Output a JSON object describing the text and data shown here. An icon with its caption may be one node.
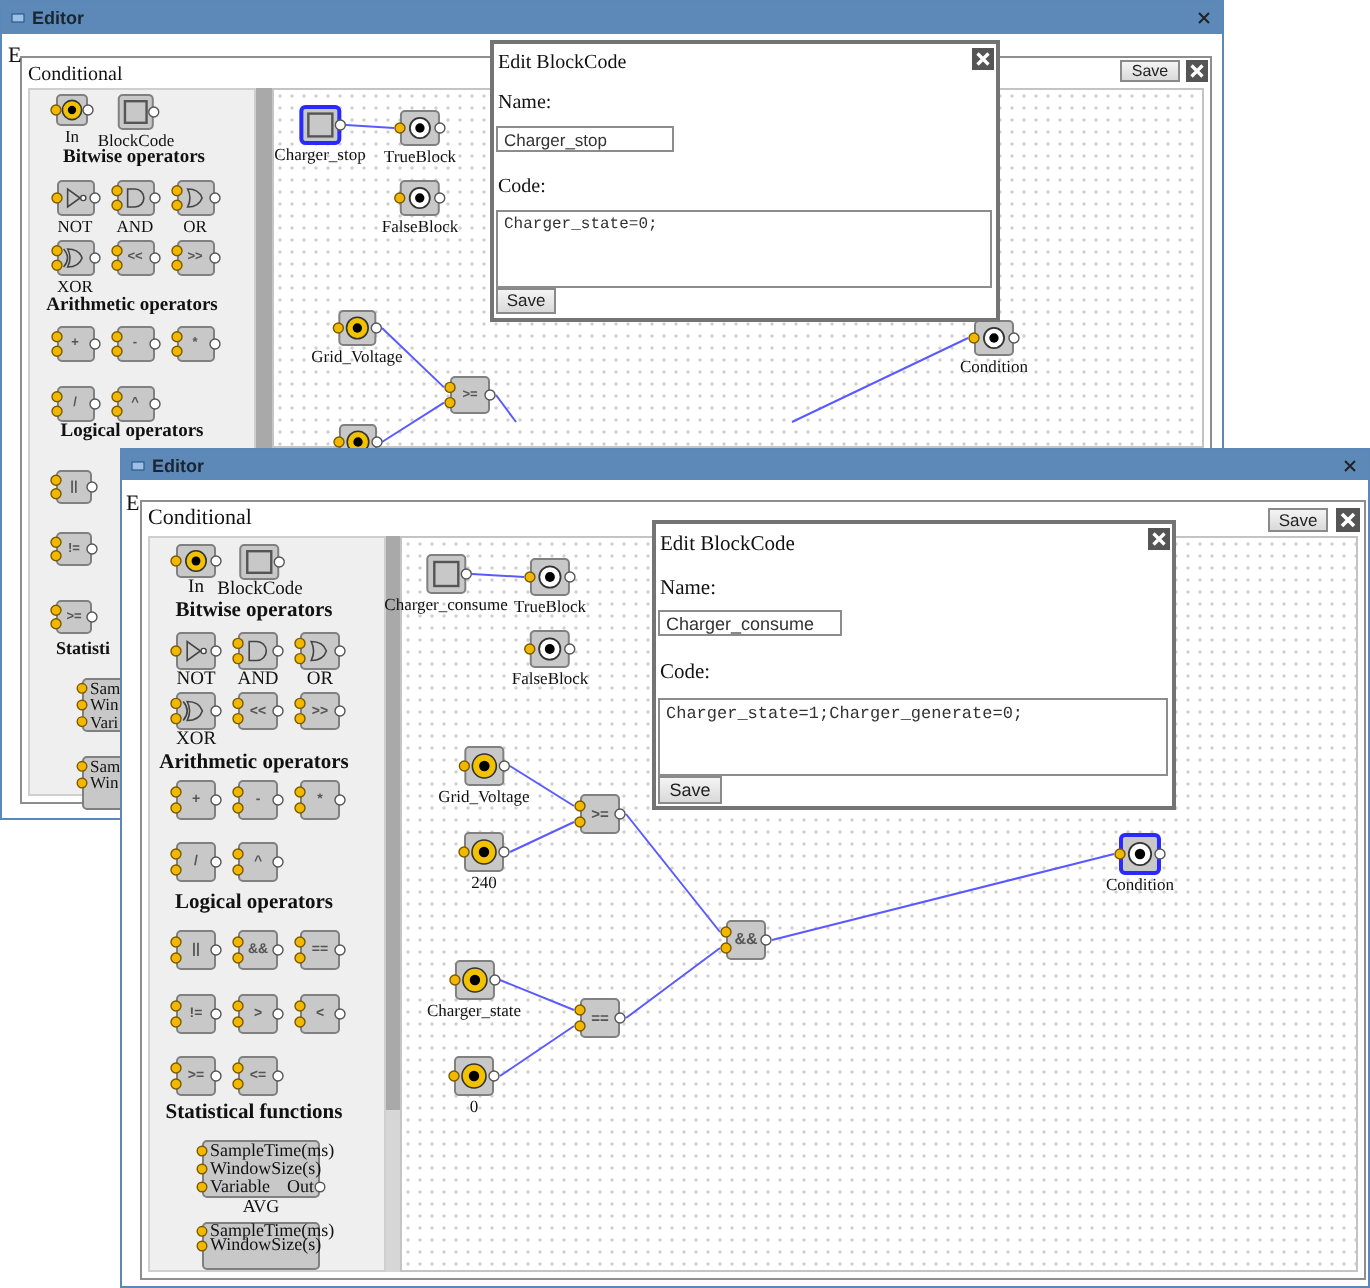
{
  "diagram": {
    "nodes": [
      {
        "text": [
          "Save"
        ]
      },
      {
        "text": [
          "In"
        ]
      },
      {
        "text": [
          "BlockCode"
        ]
      },
      {
        "text": [
          "NOT"
        ]
      },
      {
        "text": [
          "AND"
        ]
      },
      {
        "text": [
          "OR"
        ]
      },
      {
        "text": [
          "XOR"
        ]
      },
      {
        "text": [
          "<<"
        ]
      },
      {
        "text": [
          ">>"
        ]
      },
      {
        "text": [
          "+"
        ]
      },
      {
        "text": [
          "-"
        ]
      },
      {
        "text": [
          "*"
        ]
      },
      {
        "text": [
          "/"
        ]
      },
      {
        "text": [
          "^"
        ]
      },
      {
        "text": [
          "||"
        ]
      },
      {
        "text": [
          "!="
        ]
      },
      {
        "text": [
          ">="
        ]
      },
      {
        "text": [
          "Sam",
          "Win",
          "Vari"
        ]
      },
      {
        "text": [
          "Sam",
          "Win"
        ]
      },
      {
        "text": [
          "Charger_stop"
        ]
      },
      {
        "text": [
          "TrueBlock"
        ]
      },
      {
        "text": [
          "FalseBlock"
        ]
      },
      {
        "text": [
          "Grid_Voltage"
        ]
      },
      {
        "text": [
          ">="
        ]
      },
      {
        "text": [],
        "shape": "box"
      },
      {
        "text": [
          "Condition"
        ]
      },
      {
        "text": [
          "Edit BlockCode",
          "Name:",
          "Code:"
        ]
      },
      {
        "text": [
          "Charger_stop"
        ],
        "in": 26
      },
      {
        "text": [
          "Charger_state=0;"
        ],
        "in": 26
      },
      {
        "text": [
          "Save"
        ],
        "in": 26
      },
      {
        "text": [
          "Editor"
        ]
      },
      {
        "text": [
          "Conditional"
        ],
        "in": 30
      },
      {
        "text": [
          "Save"
        ],
        "in": 31
      },
      {
        "text": [
          "In"
        ],
        "in": 31
      },
      {
        "text": [
          "BlockCode"
        ],
        "in": 31
      },
      {
        "text": [
          "NOT"
        ],
        "in": 31
      },
      {
        "text": [
          "AND"
        ],
        "in": 31
      },
      {
        "text": [
          "OR"
        ],
        "in": 31
      },
      {
        "text": [
          "XOR"
        ],
        "in": 31
      },
      {
        "text": [
          "<<"
        ],
        "in": 31
      },
      {
        "text": [
          ">>"
        ],
        "in": 31
      },
      {
        "text": [
          "+"
        ],
        "in": 31
      },
      {
        "text": [
          "-"
        ],
        "in": 31
      },
      {
        "text": [
          "*"
        ],
        "in": 31
      },
      {
        "text": [
          "/"
        ],
        "in": 31
      },
      {
        "text": [
          "^"
        ],
        "in": 31
      },
      {
        "text": [
          "||"
        ],
        "in": 31
      },
      {
        "text": [
          "&&"
        ],
        "in": 31
      },
      {
        "text": [
          "=="
        ],
        "in": 31
      },
      {
        "text": [
          "!="
        ],
        "in": 31
      },
      {
        "text": [
          ">"
        ],
        "in": 31
      },
      {
        "text": [
          "<"
        ],
        "in": 31
      },
      {
        "text": [
          ">="
        ],
        "in": 31
      },
      {
        "text": [
          "<="
        ],
        "in": 31
      },
      {
        "text": [
          "SampleTime(ms)",
          "WindowSize(s)",
          "Variable",
          "Out",
          "AVG"
        ],
        "in": 31
      },
      {
        "text": [
          "SampleTime(ms)",
          "WindowSize(s)"
        ],
        "in": 31
      },
      {
        "text": [
          "Charger_consume"
        ],
        "in": 31
      },
      {
        "text": [
          "TrueBlock"
        ],
        "in": 31
      },
      {
        "text": [
          "FalseBlock"
        ],
        "in": 31
      },
      {
        "text": [
          "Grid_Voltage"
        ],
        "in": 31
      },
      {
        "text": [
          "240"
        ],
        "in": 31
      },
      {
        "text": [
          ">="
        ],
        "in": 31
      },
      {
        "text": [
          "Charger_state"
        ],
        "in": 31
      },
      {
        "text": [
          "0"
        ],
        "in": 31
      },
      {
        "text": [
          "=="
        ],
        "in": 31
      },
      {
        "text": [
          "&&"
        ],
        "in": 31
      },
      {
        "text": [
          "Condition"
        ],
        "in": 31
      },
      {
        "text": [
          "Edit BlockCode",
          "Name:",
          "Code:"
        ],
        "in": 31
      },
      {
        "text": [
          "Charger_consume"
        ],
        "in": 67
      },
      {
        "text": [
          "Charger_state=1;Charger_generate=0;"
        ],
        "in": 67
      },
      {
        "text": [
          "Save"
        ],
        "in": 67
      }
    ],
    "edges": [
      {
        "from": 19,
        "to": 20,
        "arrow": "none"
      },
      {
        "from": 22,
        "to": 23,
        "arrow": "none"
      },
      {
        "from": 24,
        "to": 23,
        "arrow": "none"
      },
      {
        "from": 23,
        "to": null,
        "arrow": "none"
      },
      {
        "from": null,
        "to": 25,
        "arrow": "none"
      },
      {
        "from": 56,
        "to": 57,
        "arrow": "none"
      },
      {
        "from": 59,
        "to": 61,
        "arrow": "none"
      },
      {
        "from": 60,
        "to": 61,
        "arrow": "none"
      },
      {
        "from": 62,
        "to": 64,
        "arrow": "none"
      },
      {
        "from": 63,
        "to": 64,
        "arrow": "none"
      },
      {
        "from": 61,
        "to": 65,
        "arrow": "none"
      },
      {
        "from": 64,
        "to": 65,
        "arrow": "none"
      },
      {
        "from": 65,
        "to": 66,
        "arrow": "none"
      }
    ],
    "labels": [
      "Editor",
      "E",
      "Conditional",
      "Bitwise operators",
      "Arithmetic operators",
      "Logical operators",
      "Statisti",
      "E",
      "Bitwise operators",
      "Arithmetic operators",
      "Logical operators",
      "Statistical functions"
    ]
  }
}
